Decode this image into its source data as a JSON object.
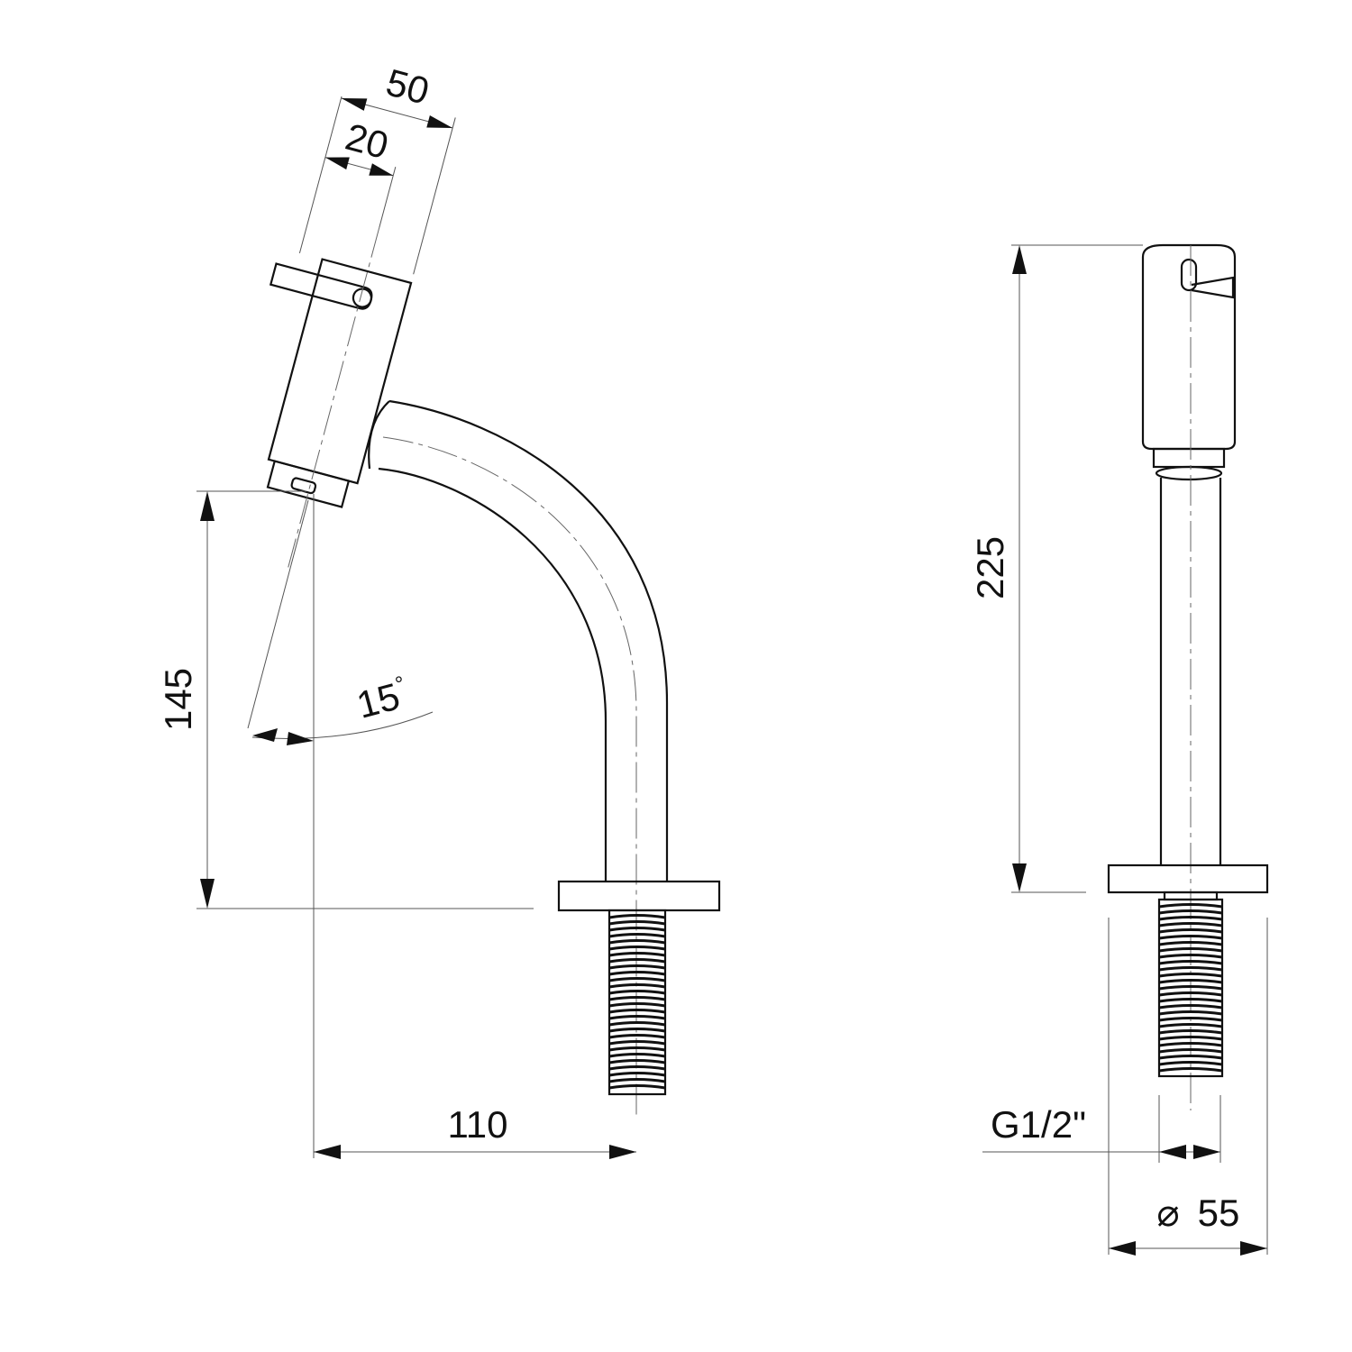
{
  "dimensions": {
    "handle_offset": "20",
    "body_depth": "50",
    "outlet_height": "145",
    "spray_angle": "15",
    "reach": "110",
    "total_height": "225",
    "thread_size": "G1/2\"",
    "base_diameter": "55"
  },
  "symbols": {
    "diameter": "⌀",
    "degree": "°"
  },
  "colors": {
    "line": "#111111",
    "dimension_line": "#555555",
    "background": "#ffffff"
  }
}
